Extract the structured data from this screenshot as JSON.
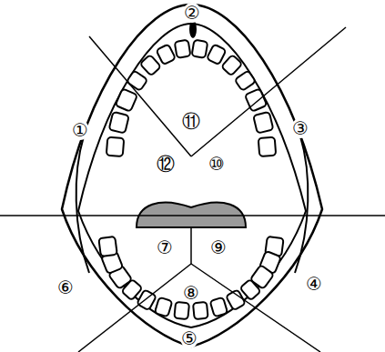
{
  "diagram": {
    "labels": [
      "①",
      "②",
      "③",
      "④",
      "⑤",
      "⑥",
      "⑦",
      "⑧",
      "⑨",
      "⑩",
      "⑪",
      "⑫"
    ]
  }
}
